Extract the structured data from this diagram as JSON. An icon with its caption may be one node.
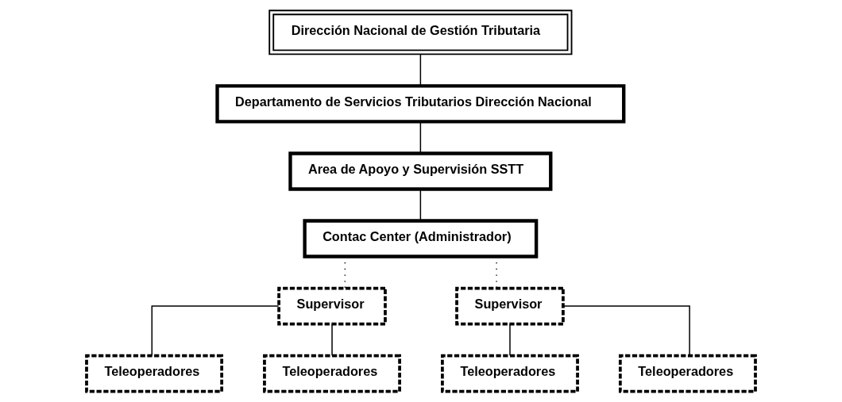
{
  "diagram": {
    "nodes": [
      {
        "text": [
          "Dirección Nacional de Gestión Tributaria"
        ]
      },
      {
        "text": [
          "Departamento de Servicios Tributarios Dirección Nacional"
        ]
      },
      {
        "text": [
          "Area de Apoyo y Supervisión SSTT"
        ]
      },
      {
        "text": [
          "Contac Center (Administrador)"
        ]
      },
      {
        "text": [
          "Supervisor"
        ]
      },
      {
        "text": [
          "Supervisor"
        ]
      },
      {
        "text": [
          "Teleoperadores"
        ]
      },
      {
        "text": [
          "Teleoperadores"
        ]
      },
      {
        "text": [
          "Teleoperadores"
        ]
      },
      {
        "text": [
          "Teleoperadores"
        ]
      }
    ],
    "edges": [
      {
        "from": 0,
        "to": 1,
        "arrow": "none"
      },
      {
        "from": 1,
        "to": 2,
        "arrow": "none"
      },
      {
        "from": 2,
        "to": 3,
        "arrow": "none"
      },
      {
        "from": 3,
        "to": 4,
        "arrow": "none",
        "style": "dashed"
      },
      {
        "from": 3,
        "to": 5,
        "arrow": "none",
        "style": "dashed"
      },
      {
        "from": 4,
        "to": 6,
        "arrow": "none"
      },
      {
        "from": 4,
        "to": 7,
        "arrow": "none"
      },
      {
        "from": 5,
        "to": 8,
        "arrow": "none"
      },
      {
        "from": 5,
        "to": 9,
        "arrow": "none"
      }
    ]
  }
}
